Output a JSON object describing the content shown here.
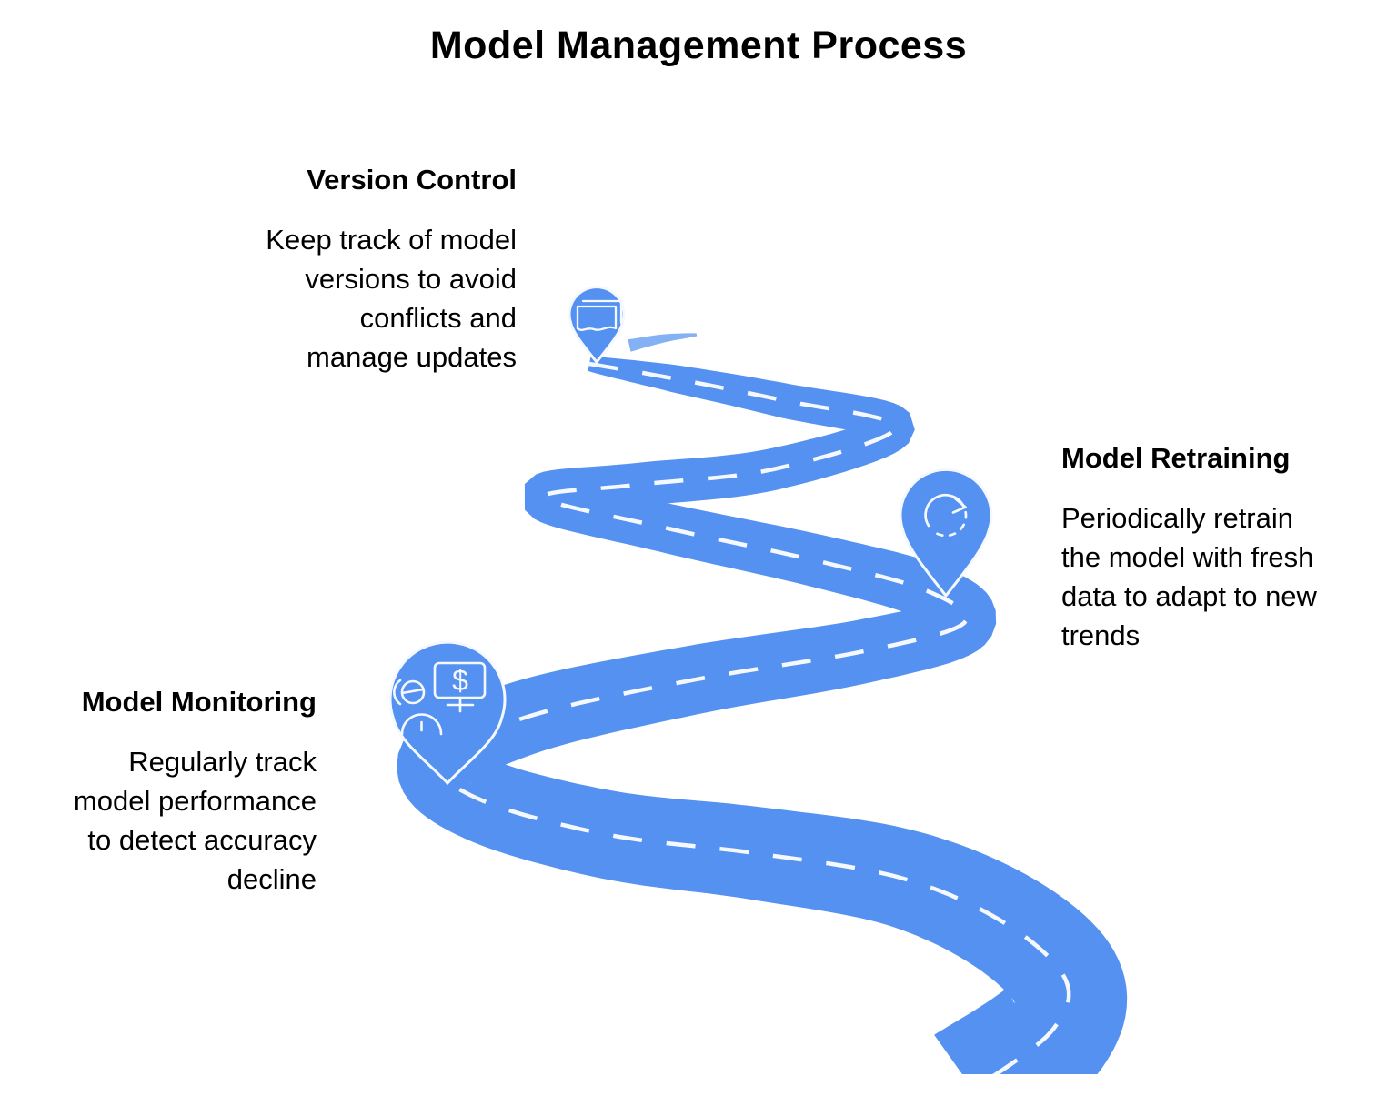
{
  "title": "Model Management Process",
  "colors": {
    "road": "#5591F0",
    "marking": "#F5F9FF",
    "text": "#000000"
  },
  "milestones": [
    {
      "id": "version-control",
      "label": "Version Control",
      "icon": "versions-icon",
      "lines": [
        "Keep track of model",
        "versions to avoid",
        "conflicts and",
        "manage updates"
      ]
    },
    {
      "id": "model-retraining",
      "label": "Model Retraining",
      "icon": "refresh-icon",
      "lines": [
        "Periodically retrain",
        "the model with fresh",
        "data to adapt to new",
        "trends"
      ]
    },
    {
      "id": "model-monitoring",
      "label": "Model Monitoring",
      "icon": "performance-monitor-icon",
      "icon_glyph": "$",
      "lines": [
        "Regularly track",
        "model performance",
        "to detect accuracy",
        "decline"
      ]
    }
  ]
}
